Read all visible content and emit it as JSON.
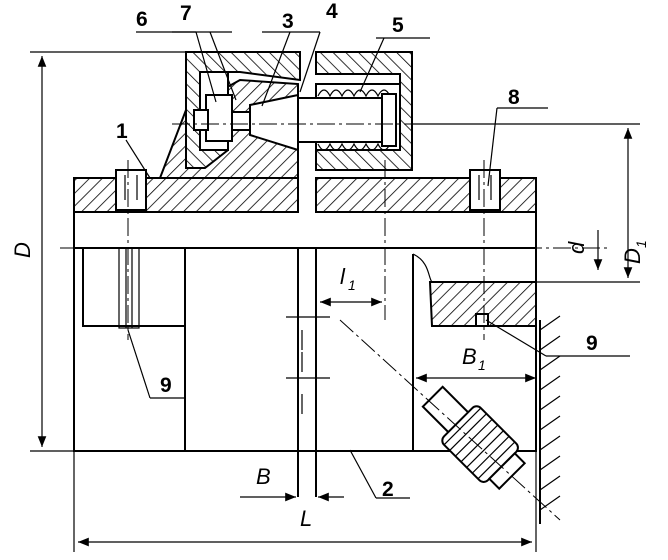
{
  "part_labels": [
    "1",
    "2",
    "3",
    "4",
    "5",
    "6",
    "7",
    "8",
    "9",
    "9"
  ],
  "dimensions": {
    "D": "D",
    "D1": "D",
    "D1_sub": "1",
    "d": "d",
    "l1": "l",
    "l1_sub": "1",
    "B": "B",
    "B1": "B",
    "B1_sub": "1",
    "L": "L"
  }
}
